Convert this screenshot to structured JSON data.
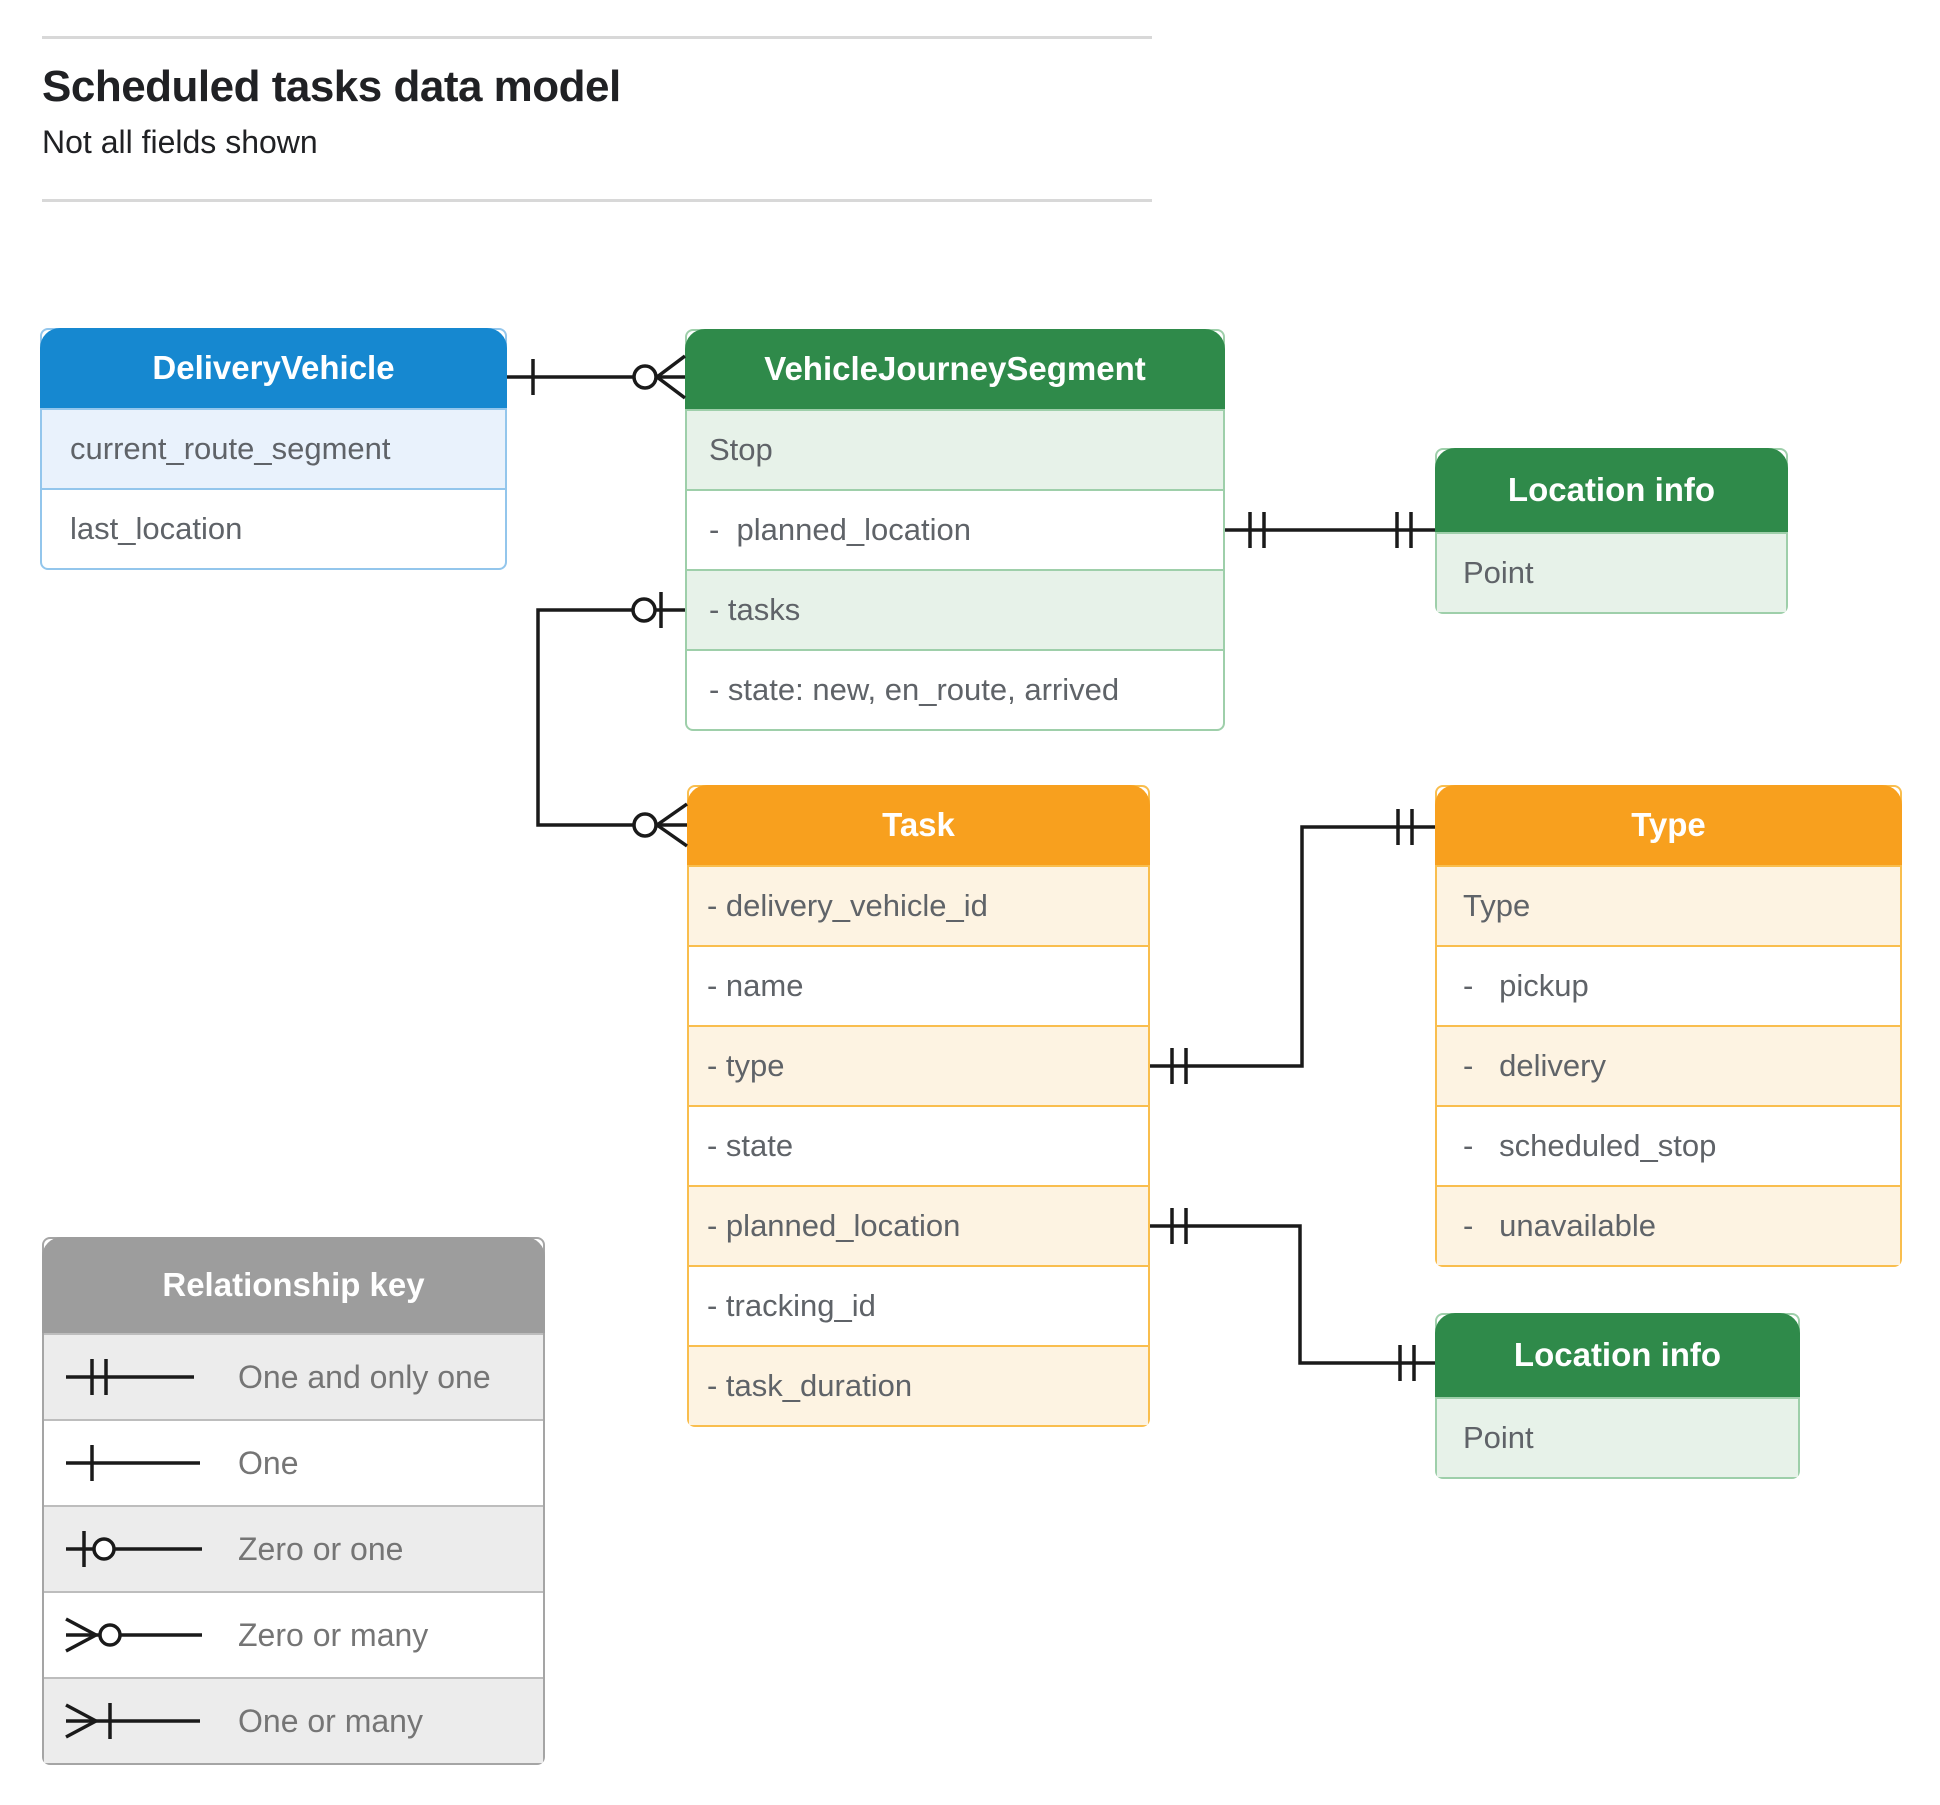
{
  "page": {
    "title": "Scheduled tasks data model",
    "subtitle": "Not all fields shown"
  },
  "colors": {
    "blue_header": "#1688d0",
    "green_header": "#2f8a4a",
    "orange_header": "#f8a01e",
    "gray_header": "#9d9d9d",
    "connector": "#1a1a1a"
  },
  "entities": {
    "delivery_vehicle": {
      "title": "DeliveryVehicle",
      "fields": [
        "current_route_segment",
        "last_location"
      ]
    },
    "vehicle_journey_segment": {
      "title": "VehicleJourneySegment",
      "fields": [
        "Stop",
        "-  planned_location",
        "- tasks",
        "- state: new, en_route, arrived"
      ]
    },
    "location_info_top": {
      "title": "Location info",
      "fields": [
        "Point"
      ]
    },
    "task": {
      "title": "Task",
      "fields": [
        "- delivery_vehicle_id",
        "- name",
        "- type",
        "- state",
        "- planned_location",
        "- tracking_id",
        "- task_duration"
      ]
    },
    "type": {
      "title": "Type",
      "fields": [
        "Type",
        "-   pickup",
        "-   delivery",
        "-   scheduled_stop",
        "-   unavailable"
      ]
    },
    "location_info_bottom": {
      "title": "Location info",
      "fields": [
        "Point"
      ]
    }
  },
  "relationships": [
    {
      "from": "DeliveryVehicle",
      "to": "VehicleJourneySegment",
      "from_cardinality": "One",
      "to_cardinality": "Zero or many"
    },
    {
      "from": "VehicleJourneySegment.planned_location",
      "to": "Location info",
      "from_cardinality": "One and only one",
      "to_cardinality": "One and only one"
    },
    {
      "from": "VehicleJourneySegment.tasks",
      "to": "Task",
      "from_cardinality": "Zero or one",
      "to_cardinality": "Zero or many"
    },
    {
      "from": "Task.type",
      "to": "Type",
      "from_cardinality": "One and only one",
      "to_cardinality": "One and only one"
    },
    {
      "from": "Task.planned_location",
      "to": "Location info",
      "from_cardinality": "One and only one",
      "to_cardinality": "One and only one"
    }
  ],
  "legend": {
    "title": "Relationship key",
    "items": [
      "One and only one",
      "One",
      "Zero or one",
      "Zero or many",
      "One or many"
    ]
  }
}
